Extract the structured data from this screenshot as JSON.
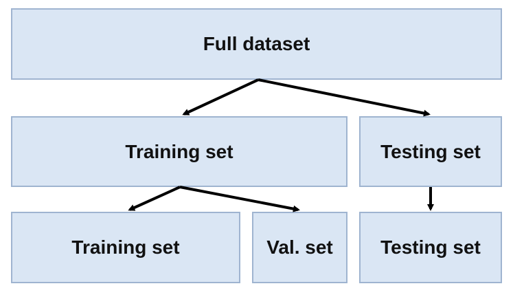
{
  "nodes": {
    "full_dataset": "Full dataset",
    "training_set": "Training set",
    "testing_set": "Testing set",
    "training_set_sub": "Training set",
    "validation_set": "Val. set",
    "testing_set_sub": "Testing set"
  },
  "edges": [
    {
      "from": "Full dataset",
      "to": "Training set"
    },
    {
      "from": "Full dataset",
      "to": "Testing set"
    },
    {
      "from": "Training set",
      "to": "Training set"
    },
    {
      "from": "Training set",
      "to": "Val. set"
    },
    {
      "from": "Testing set",
      "to": "Testing set"
    }
  ],
  "colors": {
    "box_fill": "#dae6f4",
    "box_border": "#9fb4d0",
    "arrow": "#000000",
    "text": "#111111"
  }
}
